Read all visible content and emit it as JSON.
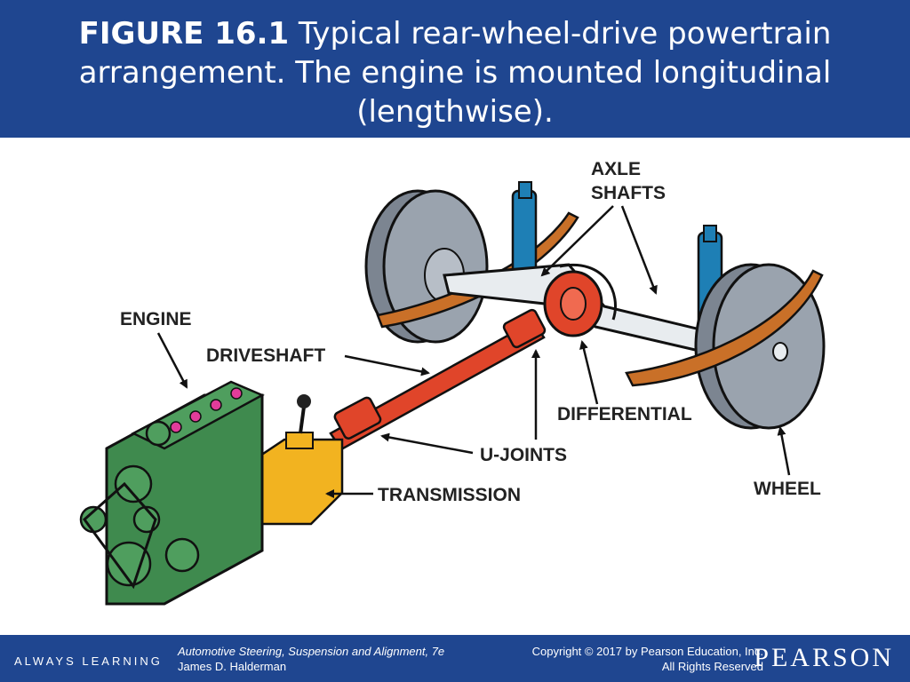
{
  "slide": {
    "title_bold": "FIGURE 16.1",
    "title_rest": " Typical rear-wheel-drive powertrain arrangement. The engine is mounted longitudinal (lengthwise)."
  },
  "diagram": {
    "labels": {
      "axle_line1": "AXLE",
      "axle_line2": "SHAFTS",
      "engine": "ENGINE",
      "driveshaft": "DRIVESHAFT",
      "differential": "DIFFERENTIAL",
      "ujoints": "U-JOINTS",
      "transmission": "TRANSMISSION",
      "wheel": "WHEEL"
    },
    "colors": {
      "wheel": "#9aa3ae",
      "spring": "#c97028",
      "shock": "#1e7fb5",
      "axle": "#e8ecef",
      "driveshaft": "#e0452a",
      "engine": "#3f8a4e",
      "transmission": "#f2b320",
      "header": "#1f4690"
    }
  },
  "footer": {
    "always_learning": "ALWAYS LEARNING",
    "book_title": "Automotive Steering, Suspension and Alignment, 7e",
    "author": "James D. Halderman",
    "copyright": "Copyright © 2017 by Pearson Education, Inc.",
    "rights": "All Rights Reserved",
    "brand": "PEARSON"
  }
}
